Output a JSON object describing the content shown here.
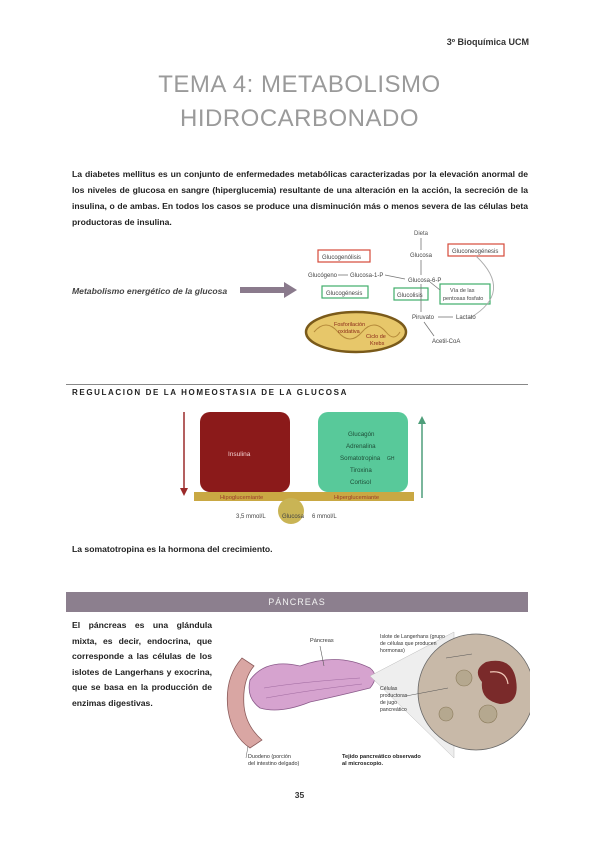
{
  "header": {
    "course": "3º Bioquímica UCM"
  },
  "title": {
    "line1": "TEMA 4: METABOLISMO",
    "line2": "HIDROCARBONADO"
  },
  "intro": "La diabetes mellitus es un conjunto de enfermedades metabólicas caracterizadas por la elevación anormal de los niveles de glucosa en sangre (hiperglucemia) resultante de una alteración en la acción, la secreción de la insulina, o de ambas. En todos los casos se produce una disminución más o menos severa de las células beta productoras de insulina.",
  "metabolism": {
    "label": "Metabolismo energético de la glucosa",
    "diagram": {
      "dieta": "Dieta",
      "glucogenolisis": "Glucogenólisis",
      "gluconeogenesis": "Gluconeogénesis",
      "glucogeno": "Glucógeno",
      "glucosa_1p": "Glucosa-1-P",
      "glucosa": "Glucosa",
      "glucosa_6p": "Glucosa-6-P",
      "glucogenesis": "Glucogénesis",
      "glucolisis": "Glucolisis",
      "via_pentosas_1": "Vía de las",
      "via_pentosas_2": "pentosas fosfato",
      "piruvato": "Piruvato",
      "lactato": "Lactato",
      "acetil_coa": "Acetil-CoA",
      "fosforilacion_1": "Fosforilación",
      "fosforilacion_2": "oxidativa",
      "krebs_1": "Ciclo de",
      "krebs_2": "Krebs"
    }
  },
  "homeostasis": {
    "heading": "REGULACION DE LA HOMEOSTASIA DE LA GLUCOSA",
    "insulina": "Insulina",
    "hormonas": [
      "Glucagón",
      "Adrenalina",
      "Somatotropina",
      "Tiroxina",
      "Cortisol"
    ],
    "gh": "GH",
    "hipoglucemiante": "Hipoglucemiante",
    "hiperglucemiante": "Hiperglucemiante",
    "low_value": "3,5 mmol/L",
    "glucosa": "Glucosa",
    "high_value": "6 mmol/L",
    "colors": {
      "insulina": "#8b1a1a",
      "hormonas": "#58c99a",
      "balance": "#c9a843",
      "arrow_down": "#9b2a2a",
      "arrow_up": "#4e9e7a"
    }
  },
  "note": "La somatotropina es la hormona del crecimiento.",
  "pancreas": {
    "heading": "PÁNCREAS",
    "text": "El páncreas es una glándula mixta, es decir, endocrina, que corresponde a las células de los islotes de Langerhans y exocrina, que se basa en la producción de enzimas digestivas.",
    "labels": {
      "pancreas": "Páncreas",
      "islote_1": "Islote de Langerhans (grupo",
      "islote_2": "de células que producen",
      "islote_3": "hormonas)",
      "celulas_1": "Células",
      "celulas_2": "productoras",
      "celulas_3": "de jugo",
      "celulas_4": "pancreático",
      "duodeno_1": "Duodeno (porción",
      "duodeno_2": "del intestino delgado)",
      "tejido_1": "Tejido pancreático observado",
      "tejido_2": "al microscopio."
    }
  },
  "page_number": "35"
}
